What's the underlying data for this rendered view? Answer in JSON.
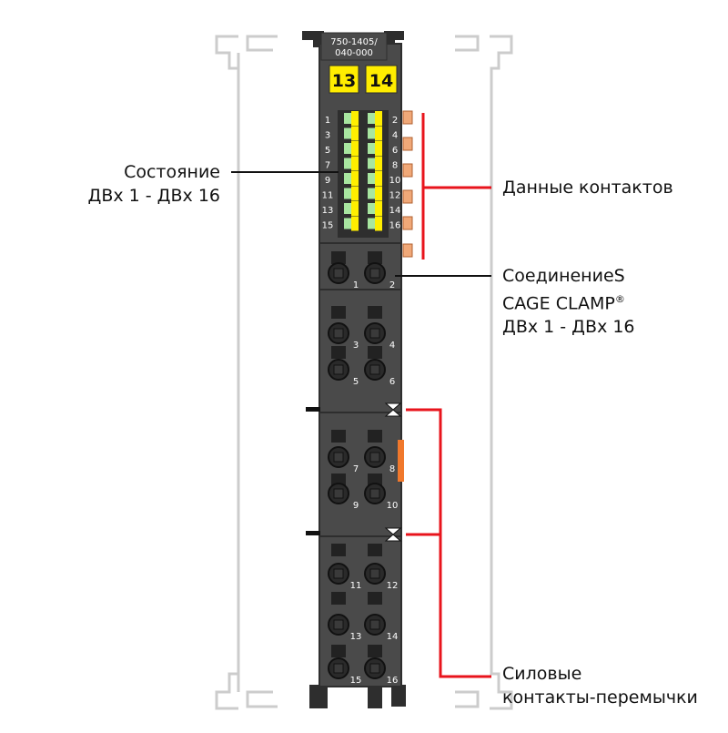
{
  "module": {
    "part_number_line1": "750-1405/",
    "part_number_line2": "040-000",
    "channel_markers": [
      "13",
      "14"
    ],
    "led_numbers_left": [
      "1",
      "3",
      "5",
      "7",
      "9",
      "11",
      "13",
      "15"
    ],
    "led_numbers_right": [
      "2",
      "4",
      "6",
      "8",
      "10",
      "12",
      "14",
      "16"
    ],
    "terminal_numbers": [
      [
        "1",
        "2"
      ],
      [
        "3",
        "4"
      ],
      [
        "5",
        "6"
      ],
      [
        "7",
        "8"
      ],
      [
        "9",
        "10"
      ],
      [
        "11",
        "12"
      ],
      [
        "13",
        "14"
      ],
      [
        "15",
        "16"
      ]
    ],
    "colors": {
      "housing": "#4a4a4a",
      "housing_dark": "#2e2e2e",
      "marker_yellow": "#ffed00",
      "led_green": "#a8e6a0",
      "led_yellow": "#ffee00",
      "contact_orange": "#f0a878",
      "callout_red": "#e8141c",
      "rail_outline": "#cccccc"
    }
  },
  "callouts": {
    "status": {
      "line1": "Состояние",
      "line2": "ДВх 1 - ДВх 16"
    },
    "data_contacts": {
      "line1": "Данные контактов"
    },
    "connection": {
      "line1": "СоединениеS",
      "line2_text": "CAGE CLAMP",
      "line2_reg": "®",
      "line3": "ДВх 1 - ДВх 16"
    },
    "power_jumpers": {
      "line1": "Силовые",
      "line2": "контакты-перемычки"
    }
  }
}
